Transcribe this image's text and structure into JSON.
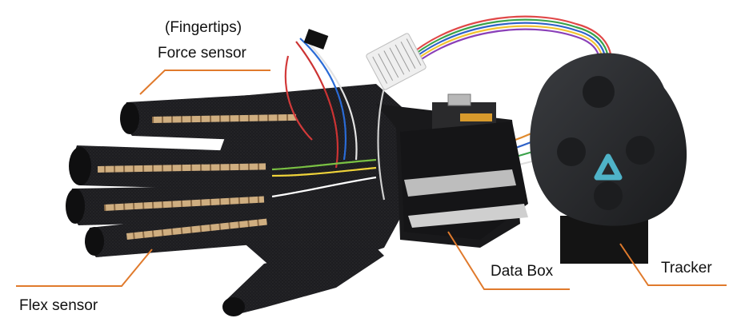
{
  "labels": {
    "fingertips": "(Fingertips)",
    "force_sensor": "Force sensor",
    "flex_sensor": "Flex sensor",
    "data_box": "Data Box",
    "tracker": "Tracker"
  },
  "colors": {
    "glove": "#1c1c1e",
    "flex_strip": "#c9a77a",
    "tracker_body": "#26282b",
    "tracker_accent": "#4fb3c8",
    "annotation_line": "#e07a2c"
  },
  "icons": {
    "tracker_logo": "triangle-logo-icon"
  }
}
